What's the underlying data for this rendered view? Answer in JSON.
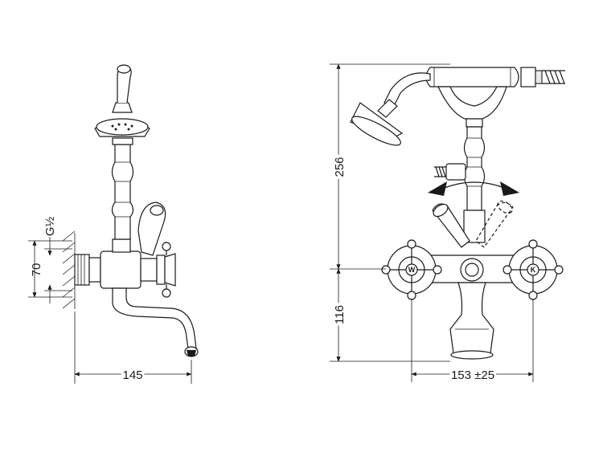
{
  "left_view": {
    "dim_width": "145",
    "dim_height": "70",
    "thread_label": "G½"
  },
  "right_view": {
    "dim_total_height": "256",
    "dim_base_height": "116",
    "dim_spacing": "153 ±25",
    "handle_left_letter": "W",
    "handle_right_letter": "K"
  }
}
